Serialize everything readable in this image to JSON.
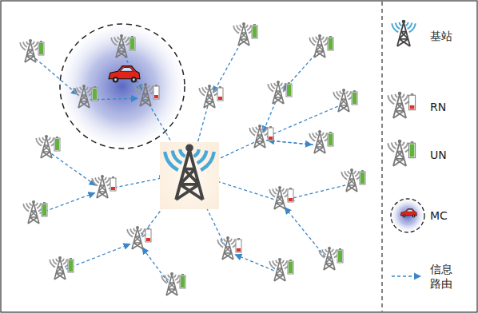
{
  "diagram": {
    "legend": [
      {
        "text": "基站"
      },
      {
        "text": "RN"
      },
      {
        "text": "UN"
      },
      {
        "text": "MC"
      },
      {
        "text": "信息 路由"
      }
    ]
  }
}
